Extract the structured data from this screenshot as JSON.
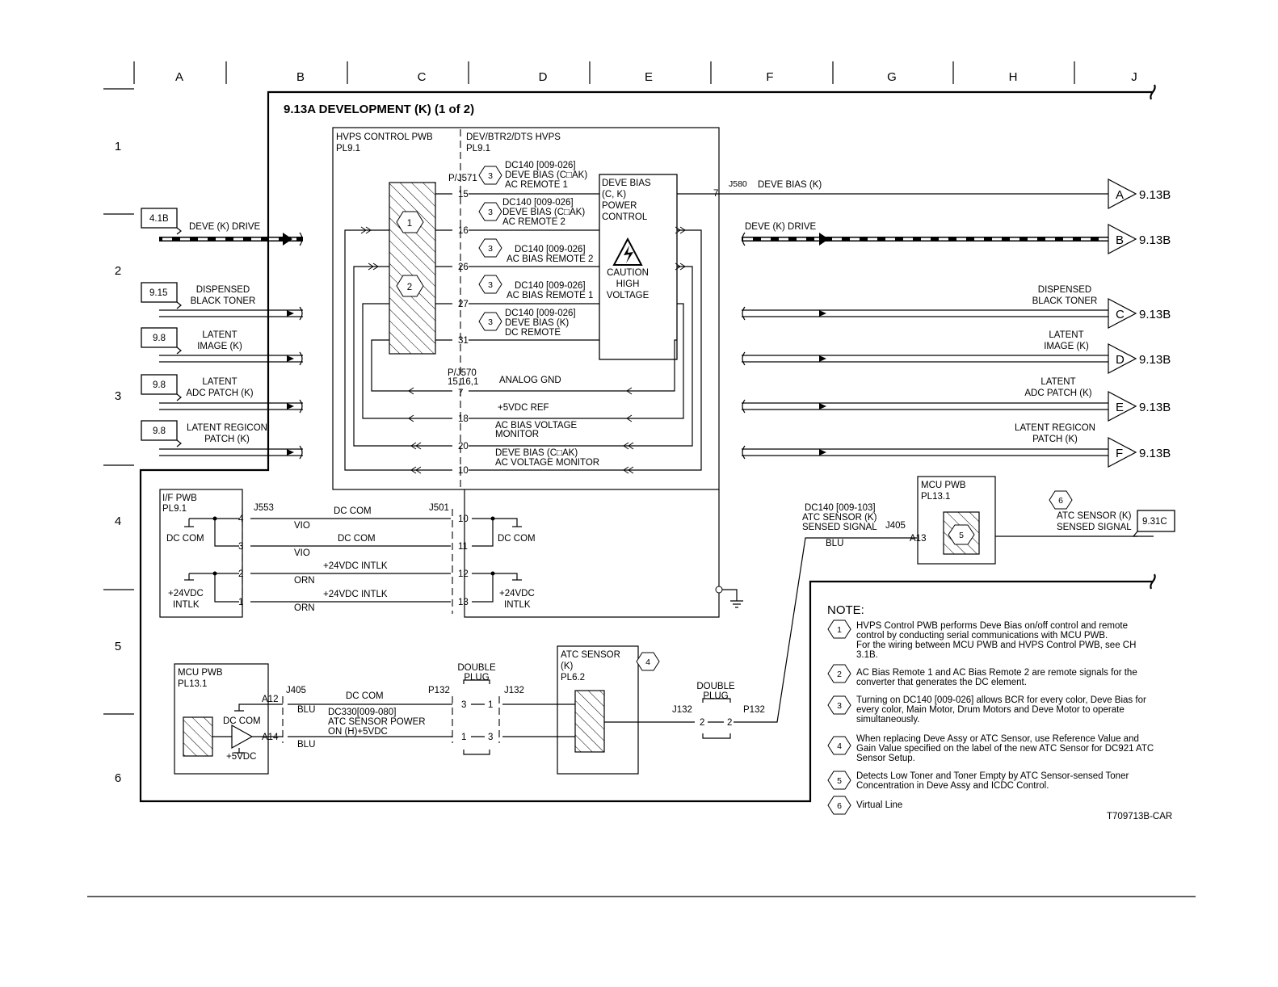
{
  "grid": {
    "columns": [
      "A",
      "B",
      "C",
      "D",
      "E",
      "F",
      "G",
      "H",
      "J"
    ],
    "rows": [
      "1",
      "2",
      "3",
      "4",
      "5",
      "6"
    ]
  },
  "title": "9.13A DEVELOPMENT (K) (1 of 2)",
  "boards": {
    "hvps_control": {
      "name": "HVPS CONTROL PWB",
      "pl": "PL9.1"
    },
    "dev_hvps": {
      "name": "DEV/BTR2/DTS HVPS",
      "pl": "PL9.1"
    },
    "if_pwb": {
      "name": "I/F PWB",
      "pl": "PL9.1"
    },
    "mcu_pwb_left": {
      "name": "MCU PWB",
      "pl": "PL13.1"
    },
    "atc_sensor": {
      "name": "ATC SENSOR",
      "sub": "(K)",
      "pl": "PL6.2"
    },
    "mcu_pwb_right": {
      "name": "MCU PWB",
      "pl": "PL13.1"
    }
  },
  "deve_bias_box": {
    "line1": "DEVE BIAS",
    "line2": "(C, K)",
    "line3": "POWER",
    "line4": "CONTROL",
    "caution1": "CAUTION",
    "caution2": "HIGH",
    "caution3": "VOLTAGE"
  },
  "connectors": {
    "pj571": "P/J571",
    "j580": "J580",
    "pj570": "P/J570",
    "pj570_pins": "15,16,1",
    "j553": "J553",
    "j501": "J501",
    "j405": "J405",
    "p132": "P132",
    "j132": "J132",
    "double_plug": "DOUBLE",
    "plug": "PLUG",
    "a12": "A12",
    "a14": "A14",
    "a13": "A13"
  },
  "pins": {
    "p15": "15",
    "p16": "16",
    "p26": "26",
    "p27": "27",
    "p31": "31",
    "p7": "7",
    "p18": "18",
    "p20": "20",
    "p10": "10",
    "i4": "4",
    "i3": "3",
    "i2": "2",
    "i1": "1",
    "m10": "10",
    "m11": "11",
    "m12": "12",
    "m13": "13",
    "d3": "3",
    "d1": "1",
    "d1b": "1",
    "d3b": "3",
    "e2": "2",
    "e2b": "2",
    "j580pin": "7"
  },
  "signals": {
    "s1a": "DC140 [009-026]",
    "s1b": "DEVE BIAS (C□AK)",
    "s1c": "AC REMOTE 1",
    "s2a": "DC140 [009-026]",
    "s2b": "DEVE BIAS (C□AK)",
    "s2c": "AC REMOTE 2",
    "s3a": "DC140 [009-026]",
    "s3b": "AC BIAS REMOTE 2",
    "s4a": "DC140 [009-026]",
    "s4b": "AC BIAS REMOTE 1",
    "s5a": "DC140 [009-026]",
    "s5b": "DEVE BIAS (K)",
    "s5c": "DC REMOTE",
    "analog_gnd": "ANALOG GND",
    "ref5": "+5VDC REF",
    "ac_mon1": "AC BIAS VOLTAGE",
    "ac_mon2": "MONITOR",
    "dv_mon1": "DEVE BIAS (C□AK)",
    "dv_mon2": "AC VOLTAGE MONITOR",
    "deve_bias_k": "DEVE BIAS (K)",
    "dc_com": "DC COM",
    "vio": "VIO",
    "intlk24": "+24VDC INTLK",
    "orn": "ORN",
    "plus24": "+24VDC",
    "intlk": "INTLK",
    "blu": "BLU",
    "dc330a": "DC330[009-080]",
    "dc330b": "ATC SENSOR POWER",
    "dc330c": "ON (H)+5VDC",
    "plus5": "+5VDC",
    "atc_a": "DC140 [009-103]",
    "atc_b": "ATC SENSOR (K)",
    "atc_c": "SENSED SIGNAL",
    "atc_out1": "ATC SENSOR (K)",
    "atc_out2": "SENSED SIGNAL"
  },
  "left_inputs": [
    {
      "ref": "4.1B",
      "l1": "DEVE (K) DRIVE",
      "l2": ""
    },
    {
      "ref": "9.15",
      "l1": "DISPENSED",
      "l2": "BLACK TONER"
    },
    {
      "ref": "9.8",
      "l1": "LATENT",
      "l2": "IMAGE (K)"
    },
    {
      "ref": "9.8",
      "l1": "LATENT",
      "l2": "ADC PATCH (K)"
    },
    {
      "ref": "9.8",
      "l1": "LATENT REGICON",
      "l2": "PATCH (K)"
    }
  ],
  "right_outputs": [
    {
      "letter": "A",
      "ref": "9.13B",
      "l1": "",
      "l2": ""
    },
    {
      "letter": "B",
      "ref": "9.13B",
      "l1": "DEVE (K) DRIVE",
      "l2": ""
    },
    {
      "letter": "C",
      "ref": "9.13B",
      "l1": "DISPENSED",
      "l2": "BLACK TONER"
    },
    {
      "letter": "D",
      "ref": "9.13B",
      "l1": "LATENT",
      "l2": "IMAGE (K)"
    },
    {
      "letter": "E",
      "ref": "9.13B",
      "l1": "LATENT",
      "l2": "ADC PATCH (K)"
    },
    {
      "letter": "F",
      "ref": "9.13B",
      "l1": "LATENT REGICON",
      "l2": "PATCH (K)"
    }
  ],
  "ref_931c": "9.31C",
  "hex_labels": {
    "h1": "1",
    "h2": "2",
    "h3": "3",
    "h4": "4",
    "h5": "5",
    "h6": "6"
  },
  "notes": {
    "heading": "NOTE:",
    "items": [
      {
        "num": "1",
        "lines": [
          "HVPS Control PWB performs Deve Bias on/off control and remote",
          "control by conducting serial communications with MCU PWB.",
          "For the wiring between MCU PWB and HVPS Control PWB, see CH",
          "3.1B."
        ]
      },
      {
        "num": "2",
        "lines": [
          "AC Bias Remote 1 and AC Bias Remote 2 are remote signals for the",
          "converter that generates the DC element."
        ]
      },
      {
        "num": "3",
        "lines": [
          "Turning on DC140 [009-026] allows BCR for every color, Deve Bias for",
          "every color, Main Motor, Drum Motors and Deve Motor to operate",
          "simultaneously."
        ]
      },
      {
        "num": "4",
        "lines": [
          "When replacing Deve Assy or ATC Sensor, use Reference Value and",
          "Gain Value specified on the label of the new ATC Sensor for DC921 ATC",
          "Sensor Setup."
        ]
      },
      {
        "num": "5",
        "lines": [
          "Detects Low Toner and Toner Empty by ATC Sensor-sensed Toner",
          "Concentration in Deve Assy and ICDC Control."
        ]
      },
      {
        "num": "6",
        "lines": [
          "Virtual Line"
        ]
      }
    ]
  },
  "doc_id": "T709713B-CAR"
}
